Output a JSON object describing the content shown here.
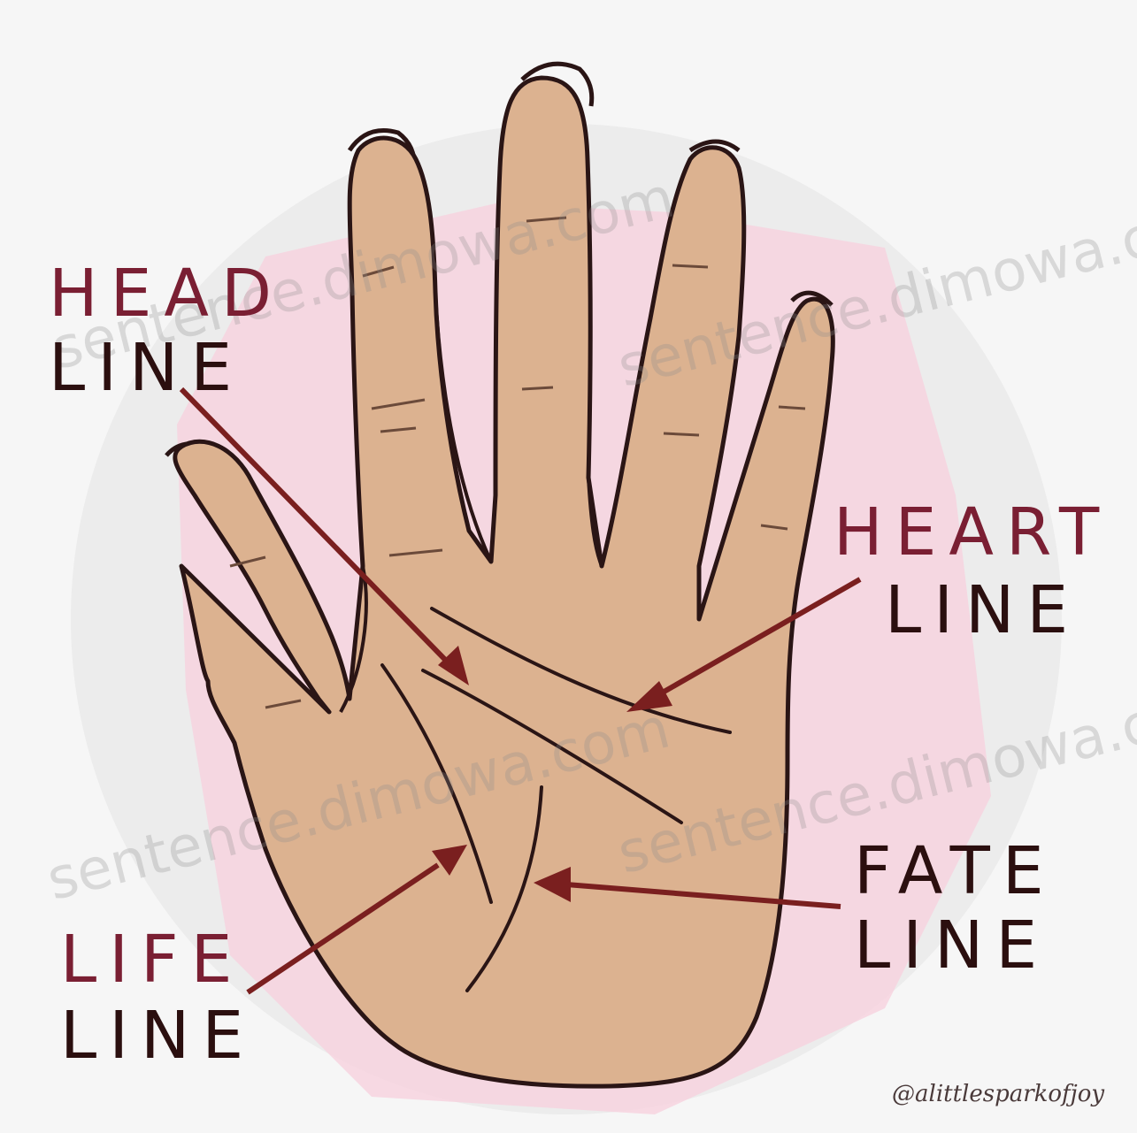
{
  "labels": {
    "head": {
      "line1": "HEAD",
      "line2": "LINE"
    },
    "heart": {
      "line1": "HEART",
      "line2": "LINE"
    },
    "fate": {
      "line1": "FATE",
      "line2": "LINE"
    },
    "life": {
      "line1": "LIFE",
      "line2": "LINE"
    }
  },
  "watermark": "sentence.dimowa.com",
  "signature": "@alittlesparkofjoy",
  "colors": {
    "background": "#f6f6f6",
    "pink_glow": "#f7d3df",
    "skin": "#dcb290",
    "outline": "#2a1515",
    "arrow": "#7a1f1f"
  }
}
